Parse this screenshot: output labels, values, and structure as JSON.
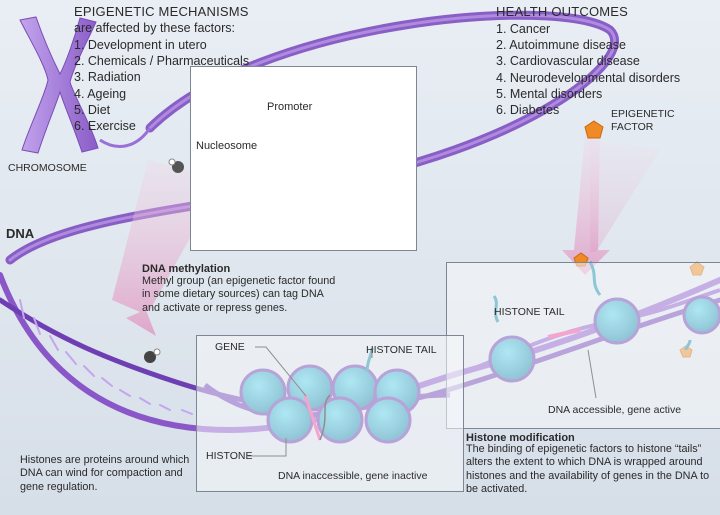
{
  "epigenetic": {
    "title": "EPIGENETIC MECHANISMS",
    "subtitle": "are affected by these factors:",
    "items": [
      "1. Development in utero",
      "2. Chemicals / Pharmaceuticals",
      "3. Radiation",
      "4. Ageing",
      "5. Diet",
      "6. Exercise"
    ]
  },
  "health": {
    "title": "HEALTH OUTCOMES",
    "items": [
      "1. Cancer",
      "2. Autoimmune disease",
      "3. Cardiovascular disease",
      "4. Neurodevelopmental disorders",
      "5. Mental disorders",
      "6. Diabetes"
    ]
  },
  "labels": {
    "chromosome": "CHROMOSOME",
    "dna": "DNA",
    "promoter": "Promoter",
    "nucleosome": "Nucleosome",
    "epigenetic_factor_1": "EPIGENETIC",
    "epigenetic_factor_2": "FACTOR",
    "gene": "GENE",
    "histone": "HISTONE",
    "histone_tail_left": "HISTONE TAIL",
    "histone_tail_right": "HISTONE TAIL",
    "dna_inaccessible": "DNA inaccessible, gene inactive",
    "dna_accessible": "DNA accessible, gene active"
  },
  "methylation": {
    "title": "DNA methylation",
    "body": "Methyl group (an epigenetic factor found in some dietary sources) can tag DNA and activate or repress genes."
  },
  "histone_mod": {
    "title": "Histone modification",
    "body": "The binding of epigenetic factors to histone “tails” alters the extent to which DNA is wrapped around histones and the availability of genes in the DNA to be activated."
  },
  "histones_note": "Histones are proteins around which DNA can wind for compaction and gene regulation.",
  "colors": {
    "dna": "#8a57c9",
    "histone": "#1ba3c4",
    "chromosome": "#a47fd6",
    "factor": "#f08a24",
    "arrow": "#e7b3cf"
  }
}
